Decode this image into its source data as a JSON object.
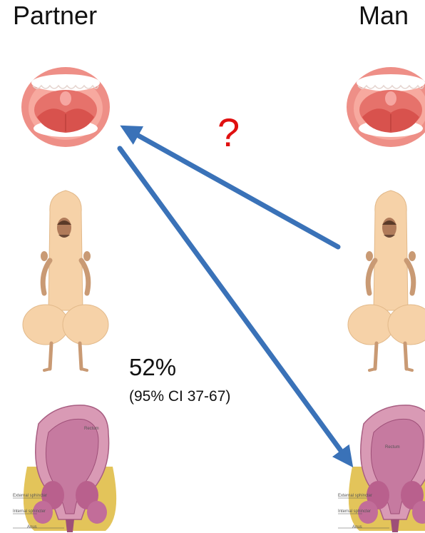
{
  "headers": {
    "left": "Partner",
    "right": "Man"
  },
  "annotation": {
    "percent": "52%",
    "ci": "(95% CI 37-67)",
    "unknown_mark": "?"
  },
  "anatomy_labels": {
    "rectum": "Rectum",
    "external_sphincter": "External sphincter",
    "internal_sphincter": "Internal sphincter",
    "anus": "Anus"
  },
  "colors": {
    "arrow": "#3a72b8",
    "question_mark": "#e01010",
    "mouth_lips": "#e9857e",
    "costume": "#f6d2a8"
  },
  "transmission_arrows": [
    {
      "from": "partner-mouth",
      "to": "man-anus",
      "label": "52% (95% CI 37-67)"
    },
    {
      "from": "man-penis",
      "to": "partner-mouth",
      "label": "?"
    }
  ]
}
